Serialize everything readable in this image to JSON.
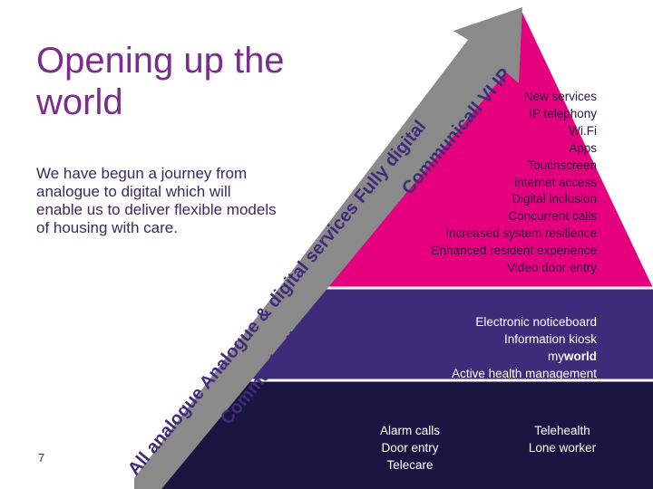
{
  "slide": {
    "title": "Opening up the world",
    "intro": "We have begun a journey from analogue to digital which will enable us to deliver flexible models of housing with care.",
    "page_number": "7"
  },
  "colors": {
    "top_band": "#e5007e",
    "mid_band": "#3d2c7a",
    "bottom_band": "#1a1540",
    "arrow": "#8a8a8a",
    "title": "#7a2d8c",
    "arc_text": "#3d2c7a"
  },
  "arrow_text": "All analogue Analogue & digital services Fully digital",
  "arcs": {
    "bottom": "Communicall VI",
    "middle": "Communicall VI IP"
  },
  "lists": {
    "top": [
      "New services",
      "IP telephony",
      "Wi.Fi",
      "Apps",
      "Touchscreen",
      "internet access",
      "Digital inclusion",
      "Concurrent calls",
      "Increased system resilience",
      "Enhanced resident experience",
      "Video door entry"
    ],
    "mid": {
      "line1": "Electronic noticeboard",
      "line2": "Information kiosk",
      "my_prefix": "my",
      "my_suffix": "world",
      "line4": "Active health management"
    },
    "bottom_left": [
      "Alarm calls",
      "Door entry",
      "Telecare"
    ],
    "bottom_right": [
      "Telehealth",
      "Lone worker"
    ]
  }
}
